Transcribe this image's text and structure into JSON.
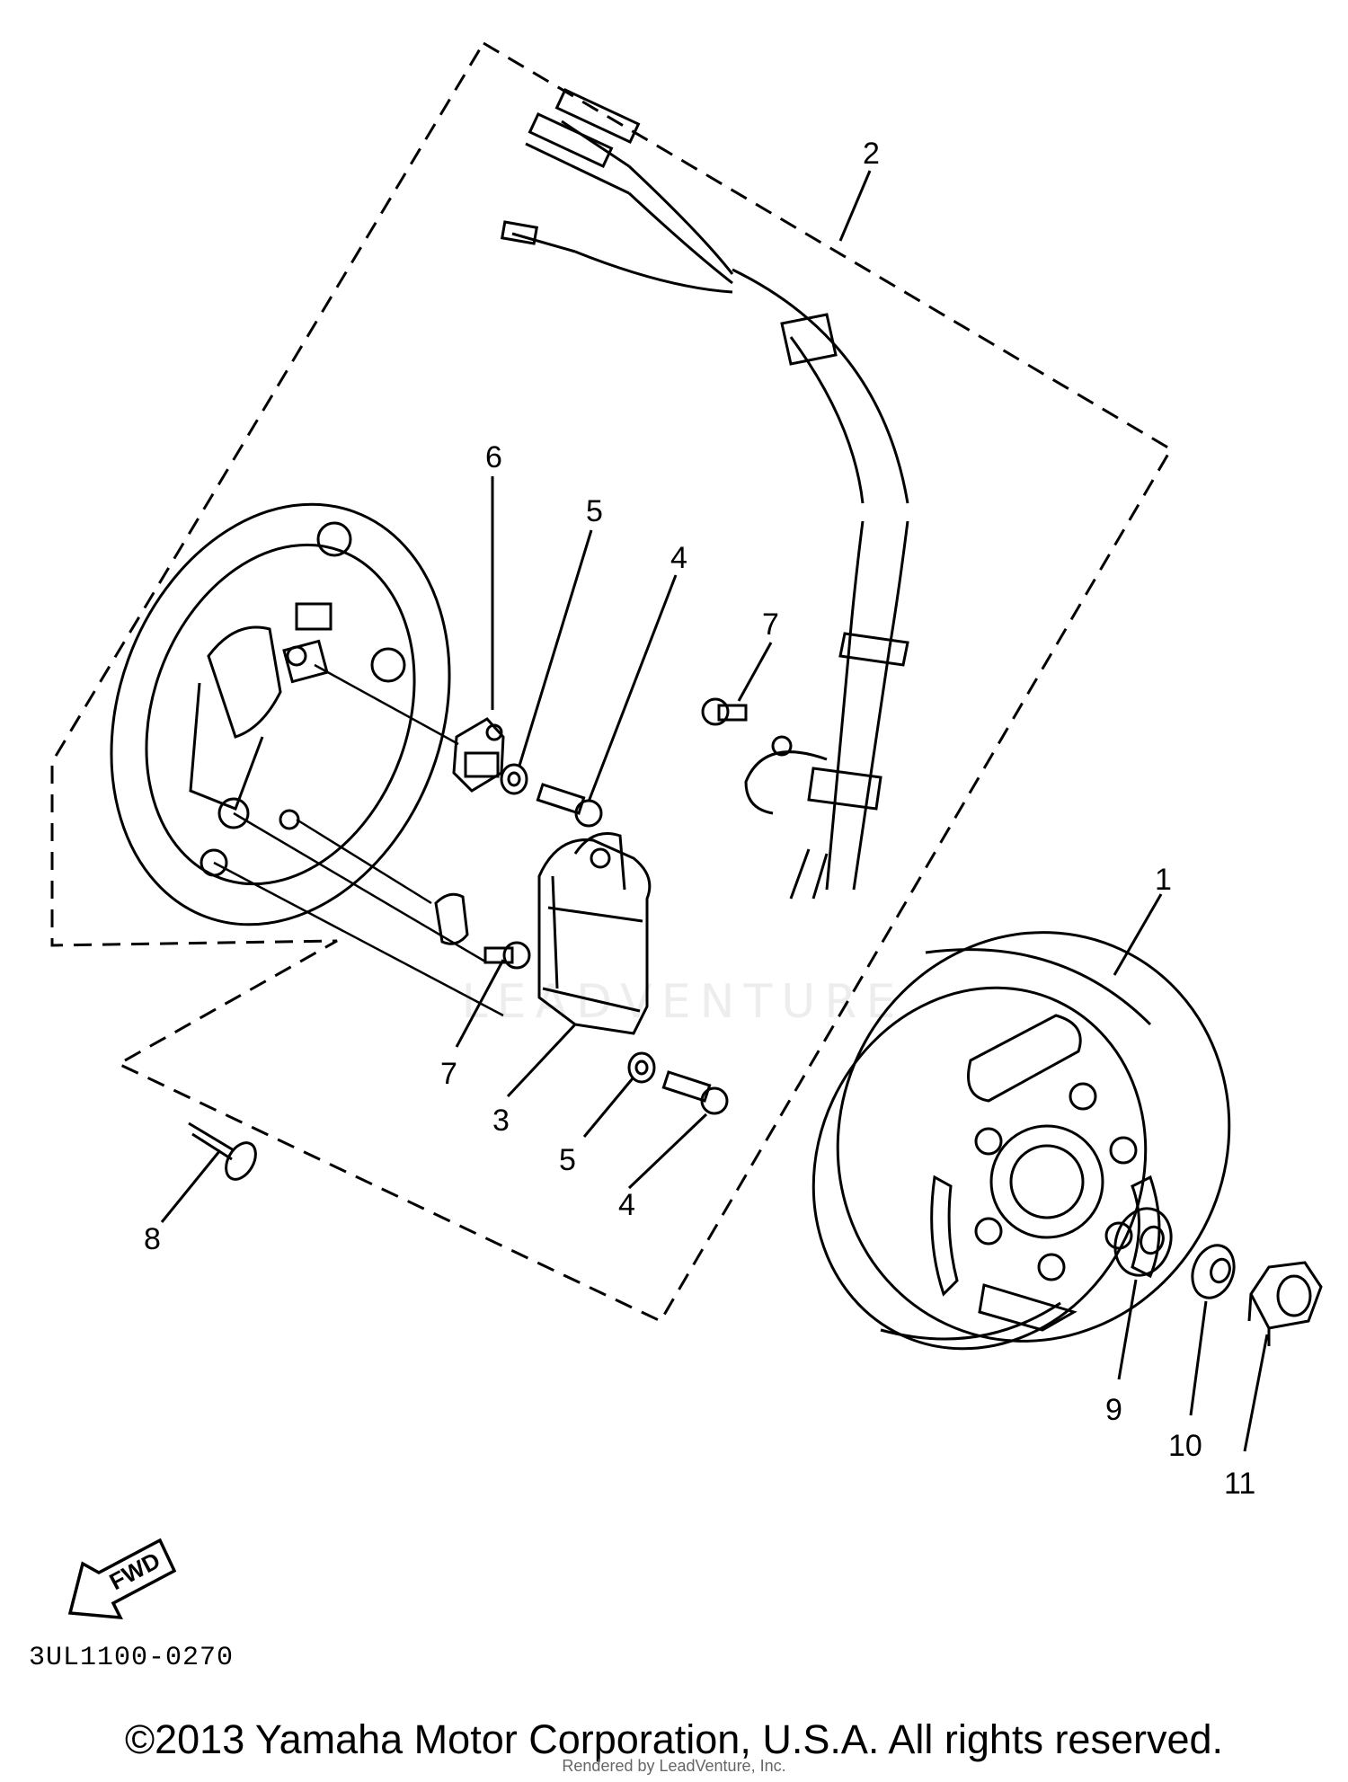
{
  "callouts": {
    "c1": "1",
    "c2": "2",
    "c3": "3",
    "c4a": "4",
    "c4b": "4",
    "c5a": "5",
    "c5b": "5",
    "c6": "6",
    "c7a": "7",
    "c7b": "7",
    "c8": "8",
    "c9": "9",
    "c10": "10",
    "c11": "11"
  },
  "fwd_label": "FWD",
  "part_code": "3UL1100-0270",
  "watermark": "LEADVENTURE",
  "copyright": "©2013 Yamaha Motor Corporation, U.S.A. All rights reserved.",
  "rendered_by": "Rendered by LeadVenture, Inc.",
  "colors": {
    "line": "#000000",
    "background": "#ffffff"
  }
}
